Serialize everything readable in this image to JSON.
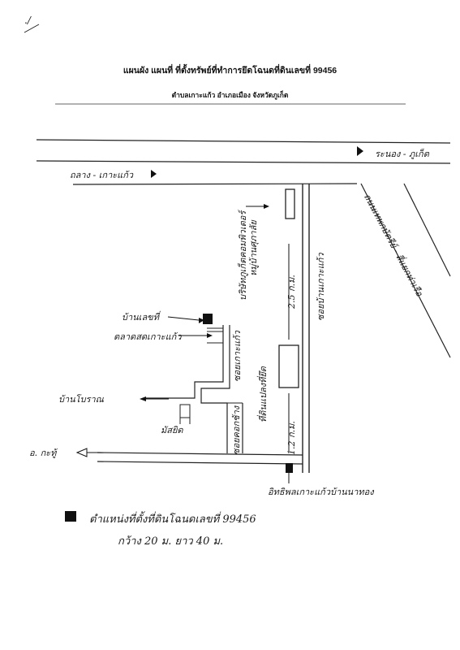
{
  "title": "แผนผัง แผนที่ ที่ตั้งทรัพย์ที่ทำการยึดโฉนดที่ดินเลขที่ 99456",
  "subtitle": "ตำบลเกาะแก้ว อำเภอเมือง จังหวัดภูเก็ต",
  "map_labels": {
    "road_top": "ระนอง - ภูเก็ต",
    "road_left": "ถลาง - เกาะแก้ว",
    "road_diagonal": "ถนนเทพกษัตรีย์ - สี่แยกท่าเรือ",
    "soi_main": "ซอยบ้านเกาะแก้ว",
    "distance_long": "2.5 ก.ม.",
    "building_label": "บริษัทภูเก็ตคอมพิวเตอร์",
    "near_building": "หมู่บ้านศุภาลัย",
    "land_label": "ที่ดินแปลงที่ยึด",
    "house_1": "บ้านเลขที่",
    "house_2": "ตลาดสดเกาะแก้ว",
    "soi_side": "ซอยเกาะแก้ว",
    "ancient_city": "บ้านโบราณ",
    "mosque": "มัสยิด",
    "distance_short": "1.2 ก.ม.",
    "soi_small": "ซอยคอกช้าง",
    "kathu": "อ. กะทู้",
    "landmark_bottom": "อิทธิพลเกาะแก้วบ้านนาทอง",
    "legend_text": "ตำแหน่งที่ตั้งที่ดินโฉนดเลขที่ 99456",
    "legend_size": "กว้าง 20 ม. ยาว 40 ม.",
    "corner_mark": "./"
  }
}
